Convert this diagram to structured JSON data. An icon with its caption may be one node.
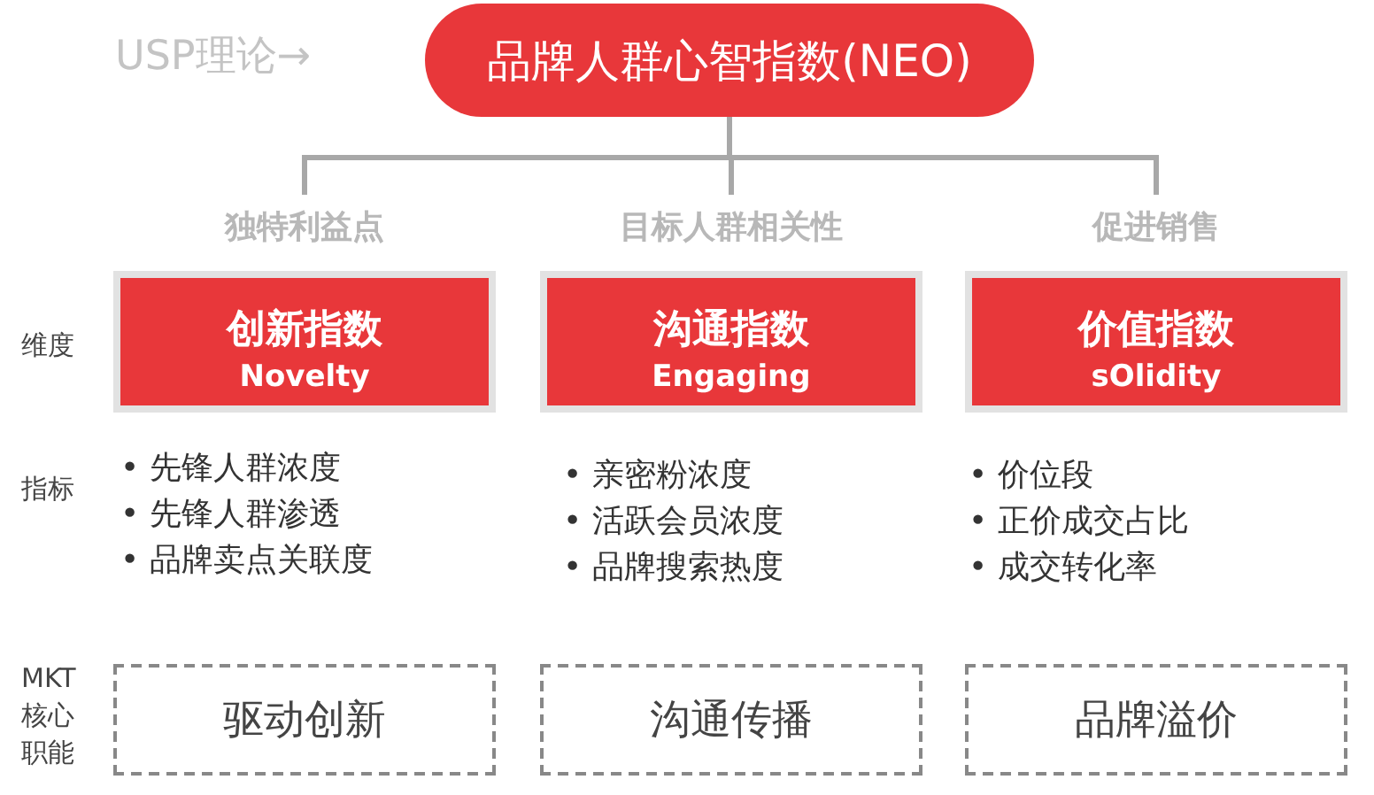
{
  "diagram": {
    "nodes": [
      {
        "text": [
          "品牌人群心智指数(NEO)"
        ]
      },
      {
        "text": [
          "独特利益点"
        ]
      },
      {
        "text": [
          "目标人群相关性"
        ]
      },
      {
        "text": [
          "促进销售"
        ]
      },
      {
        "text": [
          "创新指数",
          "**N**ovelty"
        ]
      },
      {
        "text": [
          "沟通指数",
          "**E**ngaging"
        ]
      },
      {
        "text": [
          "价值指数",
          "s**O**lidity"
        ]
      },
      {
        "text": [
          "驱动创新"
        ]
      },
      {
        "text": [
          "沟通传播"
        ]
      },
      {
        "text": [
          "品牌溢价"
        ]
      }
    ],
    "edges": [
      {
        "from": 0,
        "to": 1,
        "arrow": "none"
      },
      {
        "from": 0,
        "to": 2,
        "arrow": "none"
      },
      {
        "from": 0,
        "to": 3,
        "arrow": "none"
      }
    ],
    "labels": [
      "USP理论→",
      "维度",
      "指标",
      "• 先锋人群浓度",
      "• 先锋人群渗透",
      "• 品牌卖点关联度",
      "• 亲密粉浓度",
      "• 活跃会员浓度",
      "• 品牌搜索热度",
      "• 价位段",
      "• 正价成交占比",
      "• 成交转化率",
      "MKT核心职能"
    ]
  }
}
